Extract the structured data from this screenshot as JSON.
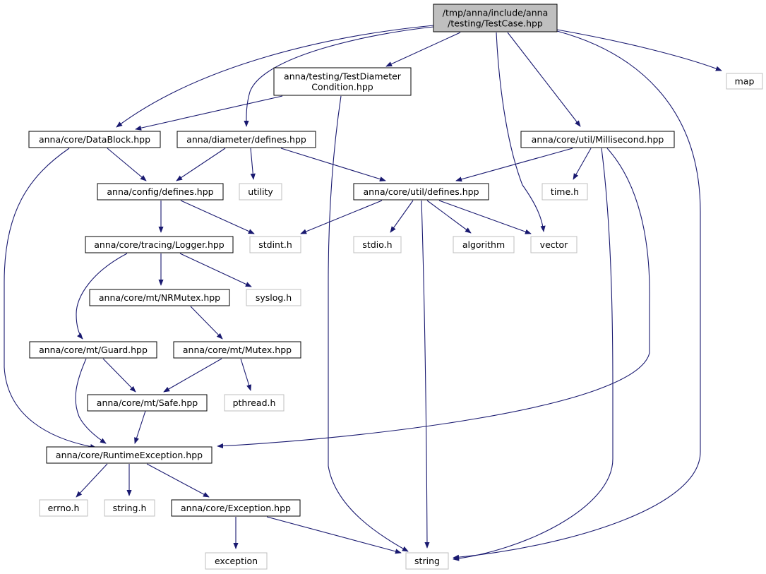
{
  "graph": {
    "edge_color": "#191970",
    "nodes": [
      {
        "id": "root",
        "label": [
          "/tmp/anna/include/anna",
          "/testing/TestCase.hpp"
        ],
        "kind": "root"
      },
      {
        "id": "tdc",
        "label": [
          "anna/testing/TestDiameter",
          "Condition.hpp"
        ],
        "kind": "internal"
      },
      {
        "id": "map",
        "label": [
          "map"
        ],
        "kind": "external"
      },
      {
        "id": "datablock",
        "label": [
          "anna/core/DataBlock.hpp"
        ],
        "kind": "internal"
      },
      {
        "id": "diamdef",
        "label": [
          "anna/diameter/defines.hpp"
        ],
        "kind": "internal"
      },
      {
        "id": "millis",
        "label": [
          "anna/core/util/Millisecond.hpp"
        ],
        "kind": "internal"
      },
      {
        "id": "configdef",
        "label": [
          "anna/config/defines.hpp"
        ],
        "kind": "internal"
      },
      {
        "id": "utility",
        "label": [
          "utility"
        ],
        "kind": "external"
      },
      {
        "id": "utildef",
        "label": [
          "anna/core/util/defines.hpp"
        ],
        "kind": "internal"
      },
      {
        "id": "timeh",
        "label": [
          "time.h"
        ],
        "kind": "external"
      },
      {
        "id": "logger",
        "label": [
          "anna/core/tracing/Logger.hpp"
        ],
        "kind": "internal"
      },
      {
        "id": "stdint",
        "label": [
          "stdint.h"
        ],
        "kind": "external"
      },
      {
        "id": "stdio",
        "label": [
          "stdio.h"
        ],
        "kind": "external"
      },
      {
        "id": "algorithm",
        "label": [
          "algorithm"
        ],
        "kind": "external"
      },
      {
        "id": "vector",
        "label": [
          "vector"
        ],
        "kind": "external"
      },
      {
        "id": "nrmutex",
        "label": [
          "anna/core/mt/NRMutex.hpp"
        ],
        "kind": "internal"
      },
      {
        "id": "syslog",
        "label": [
          "syslog.h"
        ],
        "kind": "external"
      },
      {
        "id": "guard",
        "label": [
          "anna/core/mt/Guard.hpp"
        ],
        "kind": "internal"
      },
      {
        "id": "mutex",
        "label": [
          "anna/core/mt/Mutex.hpp"
        ],
        "kind": "internal"
      },
      {
        "id": "safe",
        "label": [
          "anna/core/mt/Safe.hpp"
        ],
        "kind": "internal"
      },
      {
        "id": "pthread",
        "label": [
          "pthread.h"
        ],
        "kind": "external"
      },
      {
        "id": "rtex",
        "label": [
          "anna/core/RuntimeException.hpp"
        ],
        "kind": "internal"
      },
      {
        "id": "errno",
        "label": [
          "errno.h"
        ],
        "kind": "external"
      },
      {
        "id": "stringh",
        "label": [
          "string.h"
        ],
        "kind": "external"
      },
      {
        "id": "exc",
        "label": [
          "anna/core/Exception.hpp"
        ],
        "kind": "internal"
      },
      {
        "id": "exception",
        "label": [
          "exception"
        ],
        "kind": "external"
      },
      {
        "id": "string",
        "label": [
          "string"
        ],
        "kind": "external"
      }
    ],
    "edges": [
      [
        "root",
        "tdc"
      ],
      [
        "root",
        "map"
      ],
      [
        "root",
        "datablock"
      ],
      [
        "root",
        "diamdef"
      ],
      [
        "root",
        "millis"
      ],
      [
        "root",
        "vector"
      ],
      [
        "root",
        "string"
      ],
      [
        "tdc",
        "datablock"
      ],
      [
        "tdc",
        "string"
      ],
      [
        "datablock",
        "configdef"
      ],
      [
        "datablock",
        "rtex"
      ],
      [
        "diamdef",
        "configdef"
      ],
      [
        "diamdef",
        "utility"
      ],
      [
        "diamdef",
        "utildef"
      ],
      [
        "millis",
        "utildef"
      ],
      [
        "millis",
        "timeh"
      ],
      [
        "millis",
        "string"
      ],
      [
        "millis",
        "rtex"
      ],
      [
        "configdef",
        "logger"
      ],
      [
        "configdef",
        "stdint"
      ],
      [
        "utildef",
        "stdint"
      ],
      [
        "utildef",
        "stdio"
      ],
      [
        "utildef",
        "algorithm"
      ],
      [
        "utildef",
        "vector"
      ],
      [
        "utildef",
        "string"
      ],
      [
        "logger",
        "nrmutex"
      ],
      [
        "logger",
        "syslog"
      ],
      [
        "logger",
        "guard"
      ],
      [
        "nrmutex",
        "mutex"
      ],
      [
        "guard",
        "safe"
      ],
      [
        "guard",
        "rtex"
      ],
      [
        "mutex",
        "safe"
      ],
      [
        "mutex",
        "pthread"
      ],
      [
        "safe",
        "rtex"
      ],
      [
        "rtex",
        "errno"
      ],
      [
        "rtex",
        "stringh"
      ],
      [
        "rtex",
        "exc"
      ],
      [
        "exc",
        "exception"
      ],
      [
        "exc",
        "string"
      ]
    ]
  }
}
